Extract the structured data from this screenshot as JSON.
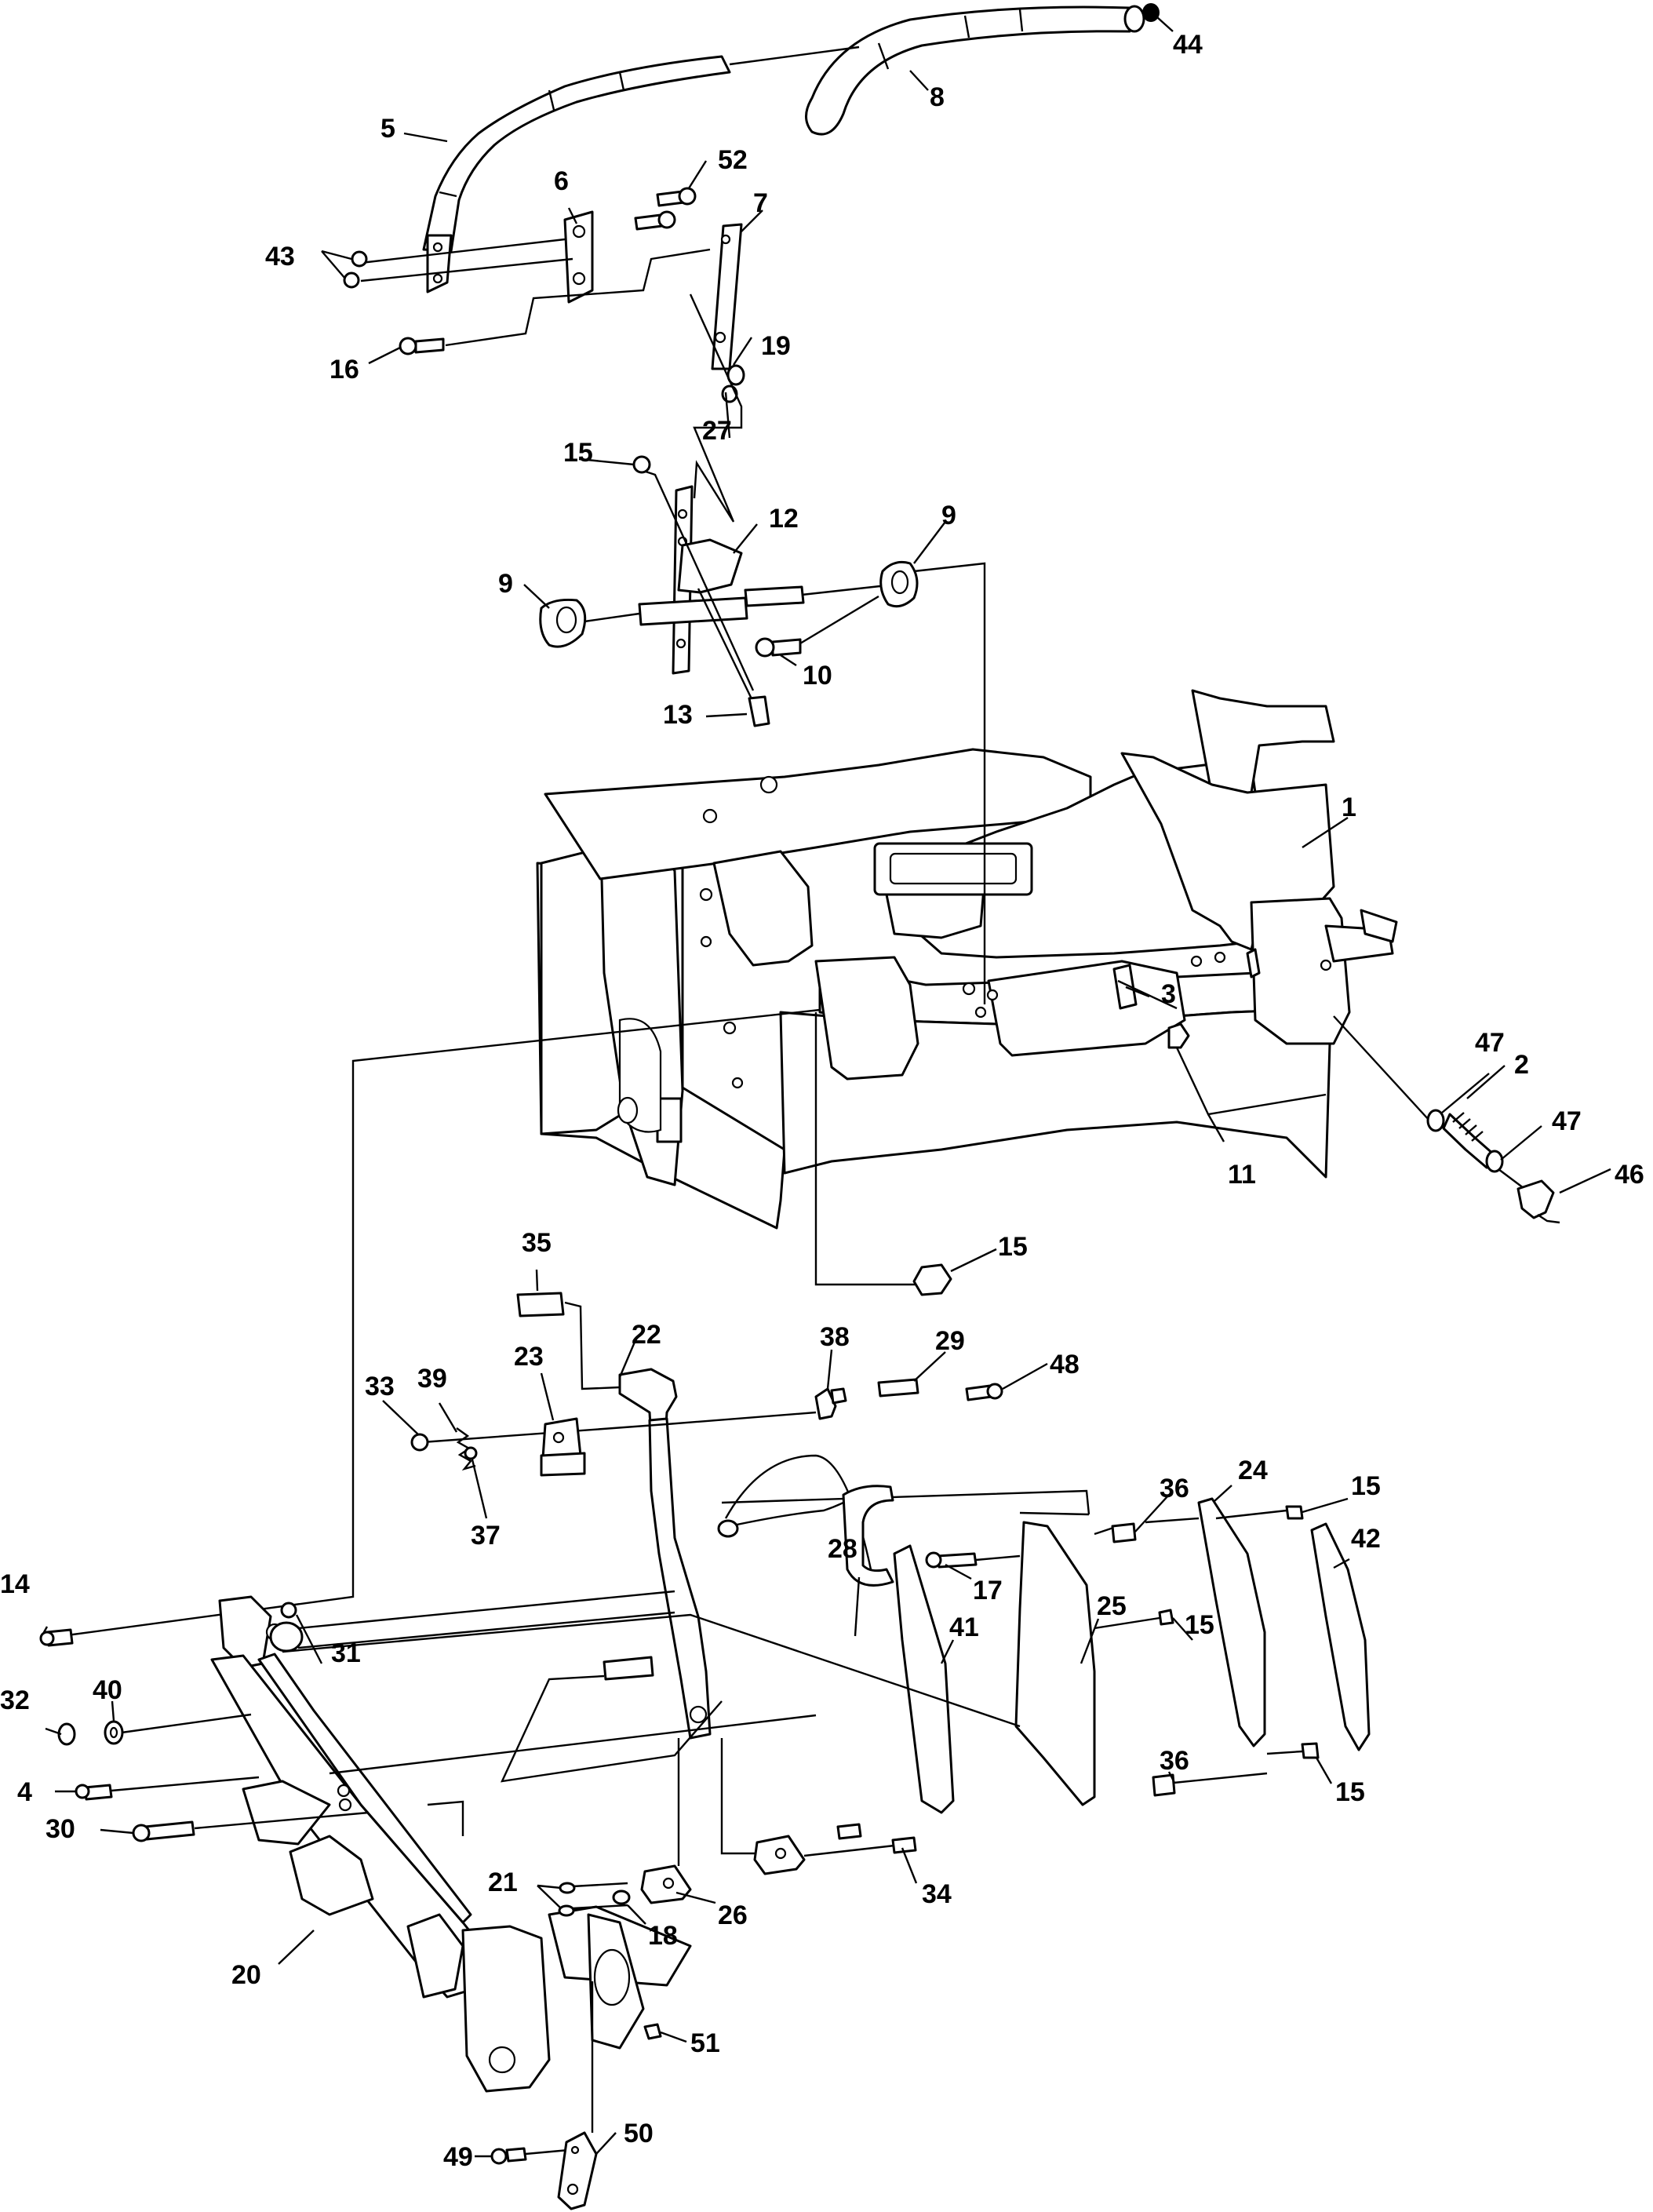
{
  "diagram": {
    "callouts": [
      {
        "id": "c1",
        "text": "1"
      },
      {
        "id": "c2",
        "text": "2"
      },
      {
        "id": "c3",
        "text": "3"
      },
      {
        "id": "c4",
        "text": "4"
      },
      {
        "id": "c5",
        "text": "5"
      },
      {
        "id": "c6",
        "text": "6"
      },
      {
        "id": "c7",
        "text": "7"
      },
      {
        "id": "c8",
        "text": "8"
      },
      {
        "id": "c9a",
        "text": "9"
      },
      {
        "id": "c9b",
        "text": "9"
      },
      {
        "id": "c10",
        "text": "10"
      },
      {
        "id": "c11",
        "text": "11"
      },
      {
        "id": "c12",
        "text": "12"
      },
      {
        "id": "c13",
        "text": "13"
      },
      {
        "id": "c14",
        "text": "14"
      },
      {
        "id": "c15a",
        "text": "15"
      },
      {
        "id": "c15b",
        "text": "15"
      },
      {
        "id": "c15c",
        "text": "15"
      },
      {
        "id": "c15d",
        "text": "15"
      },
      {
        "id": "c15e",
        "text": "15"
      },
      {
        "id": "c16",
        "text": "16"
      },
      {
        "id": "c17",
        "text": "17"
      },
      {
        "id": "c18",
        "text": "18"
      },
      {
        "id": "c19",
        "text": "19"
      },
      {
        "id": "c20",
        "text": "20"
      },
      {
        "id": "c21",
        "text": "21"
      },
      {
        "id": "c22",
        "text": "22"
      },
      {
        "id": "c23",
        "text": "23"
      },
      {
        "id": "c24",
        "text": "24"
      },
      {
        "id": "c25",
        "text": "25"
      },
      {
        "id": "c26",
        "text": "26"
      },
      {
        "id": "c27",
        "text": "27"
      },
      {
        "id": "c28",
        "text": "28"
      },
      {
        "id": "c29",
        "text": "29"
      },
      {
        "id": "c30",
        "text": "30"
      },
      {
        "id": "c31",
        "text": "31"
      },
      {
        "id": "c32",
        "text": "32"
      },
      {
        "id": "c33",
        "text": "33"
      },
      {
        "id": "c34",
        "text": "34"
      },
      {
        "id": "c35",
        "text": "35"
      },
      {
        "id": "c36a",
        "text": "36"
      },
      {
        "id": "c36b",
        "text": "36"
      },
      {
        "id": "c37",
        "text": "37"
      },
      {
        "id": "c38",
        "text": "38"
      },
      {
        "id": "c39",
        "text": "39"
      },
      {
        "id": "c40",
        "text": "40"
      },
      {
        "id": "c41",
        "text": "41"
      },
      {
        "id": "c42",
        "text": "42"
      },
      {
        "id": "c43",
        "text": "43"
      },
      {
        "id": "c44",
        "text": "44"
      },
      {
        "id": "c46",
        "text": "46"
      },
      {
        "id": "c47a",
        "text": "47"
      },
      {
        "id": "c47b",
        "text": "47"
      },
      {
        "id": "c48",
        "text": "48"
      },
      {
        "id": "c49",
        "text": "49"
      },
      {
        "id": "c50",
        "text": "50"
      },
      {
        "id": "c51",
        "text": "51"
      },
      {
        "id": "c52",
        "text": "52"
      }
    ]
  }
}
